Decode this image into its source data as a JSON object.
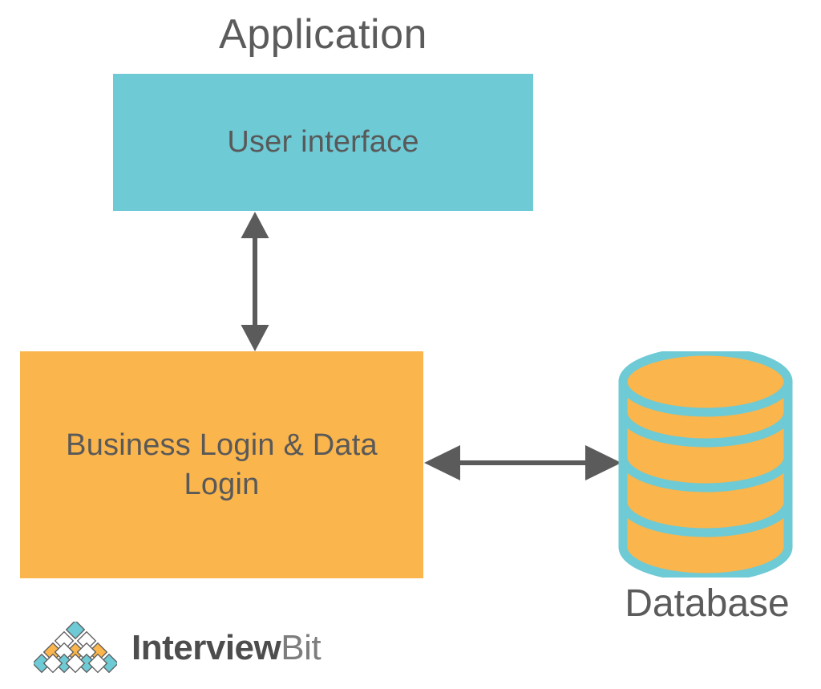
{
  "diagram": {
    "title": "Application",
    "type": "architecture-diagram",
    "background": "#ffffff"
  },
  "colors": {
    "teal": "#6ecad5",
    "orange": "#fab54c",
    "arrow_gray": "#5b5b5b",
    "text_gray": "#595959",
    "logo_dark": "#4d4d4d",
    "logo_light": "#7d7d7d",
    "white": "#ffffff"
  },
  "nodes": [
    {
      "id": "user-interface",
      "label": "User interface",
      "shape": "rectangle",
      "fill": "#6ecad5"
    },
    {
      "id": "business-logic",
      "label": "Business Login & Data Login",
      "shape": "rectangle",
      "fill": "#fab54c"
    },
    {
      "id": "database",
      "label": "Database",
      "shape": "cylinder",
      "fill": "#fab54c",
      "stroke": "#6ecad5",
      "segments": 4
    }
  ],
  "connectors": [
    {
      "id": "ui-to-logic",
      "from": "user-interface",
      "to": "business-logic",
      "orientation": "vertical",
      "style": "double-headed-arrow",
      "color": "#5b5b5b"
    },
    {
      "id": "logic-to-database",
      "from": "business-logic",
      "to": "database",
      "orientation": "horizontal",
      "style": "double-headed-arrow",
      "color": "#5b5b5b"
    }
  ],
  "logo": {
    "word_primary": "Interview",
    "word_secondary": "Bit",
    "mark": "diamond-pyramid",
    "mark_rows": [
      [
        "teal"
      ],
      [
        "white",
        "white"
      ],
      [
        "orange",
        "orange",
        "orange"
      ],
      [
        "teal",
        "teal",
        "teal",
        "teal",
        "teal"
      ]
    ]
  }
}
